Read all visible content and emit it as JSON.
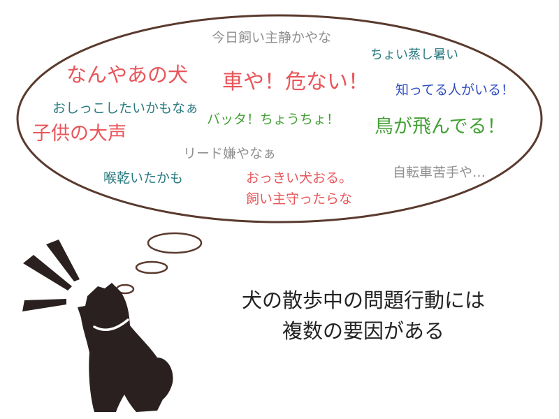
{
  "colors": {
    "bubble_outline": "#5a3a2e",
    "dog": "#2b2020",
    "collar": "#ffffff",
    "red": "#e8565a",
    "teal": "#2a7a80",
    "blue": "#2f4cc0",
    "green": "#43a035",
    "gray": "#909090",
    "caption": "#222222"
  },
  "thoughts": [
    {
      "text": "今日飼い主静かやな",
      "color": "gray"
    },
    {
      "text": "ちょい蒸し暑い",
      "color": "teal"
    },
    {
      "text": "なんやあの犬",
      "color": "red"
    },
    {
      "text": "車や！危ない！",
      "color": "red"
    },
    {
      "text": "知ってる人がいる！",
      "color": "blue"
    },
    {
      "text": "おしっこしたいかもなぁ",
      "color": "teal"
    },
    {
      "text": "バッタ！ちょうちょ！",
      "color": "green"
    },
    {
      "text": "鳥が飛んでる！",
      "color": "green"
    },
    {
      "text": "子供の大声",
      "color": "red"
    },
    {
      "text": "リード嫌やなぁ",
      "color": "gray"
    },
    {
      "text": "喉乾いたかも",
      "color": "teal"
    },
    {
      "text": "おっきい犬おる。",
      "color": "red"
    },
    {
      "text": "飼い主守ったらな",
      "color": "red"
    },
    {
      "text": "自転車苦手や…",
      "color": "gray"
    }
  ],
  "caption": {
    "line1": "犬の散歩中の問題行動には",
    "line2": "複数の要因がある"
  },
  "icons": {
    "dog": "barking-dog-silhouette-icon",
    "bark": "bark-lines-icon"
  }
}
